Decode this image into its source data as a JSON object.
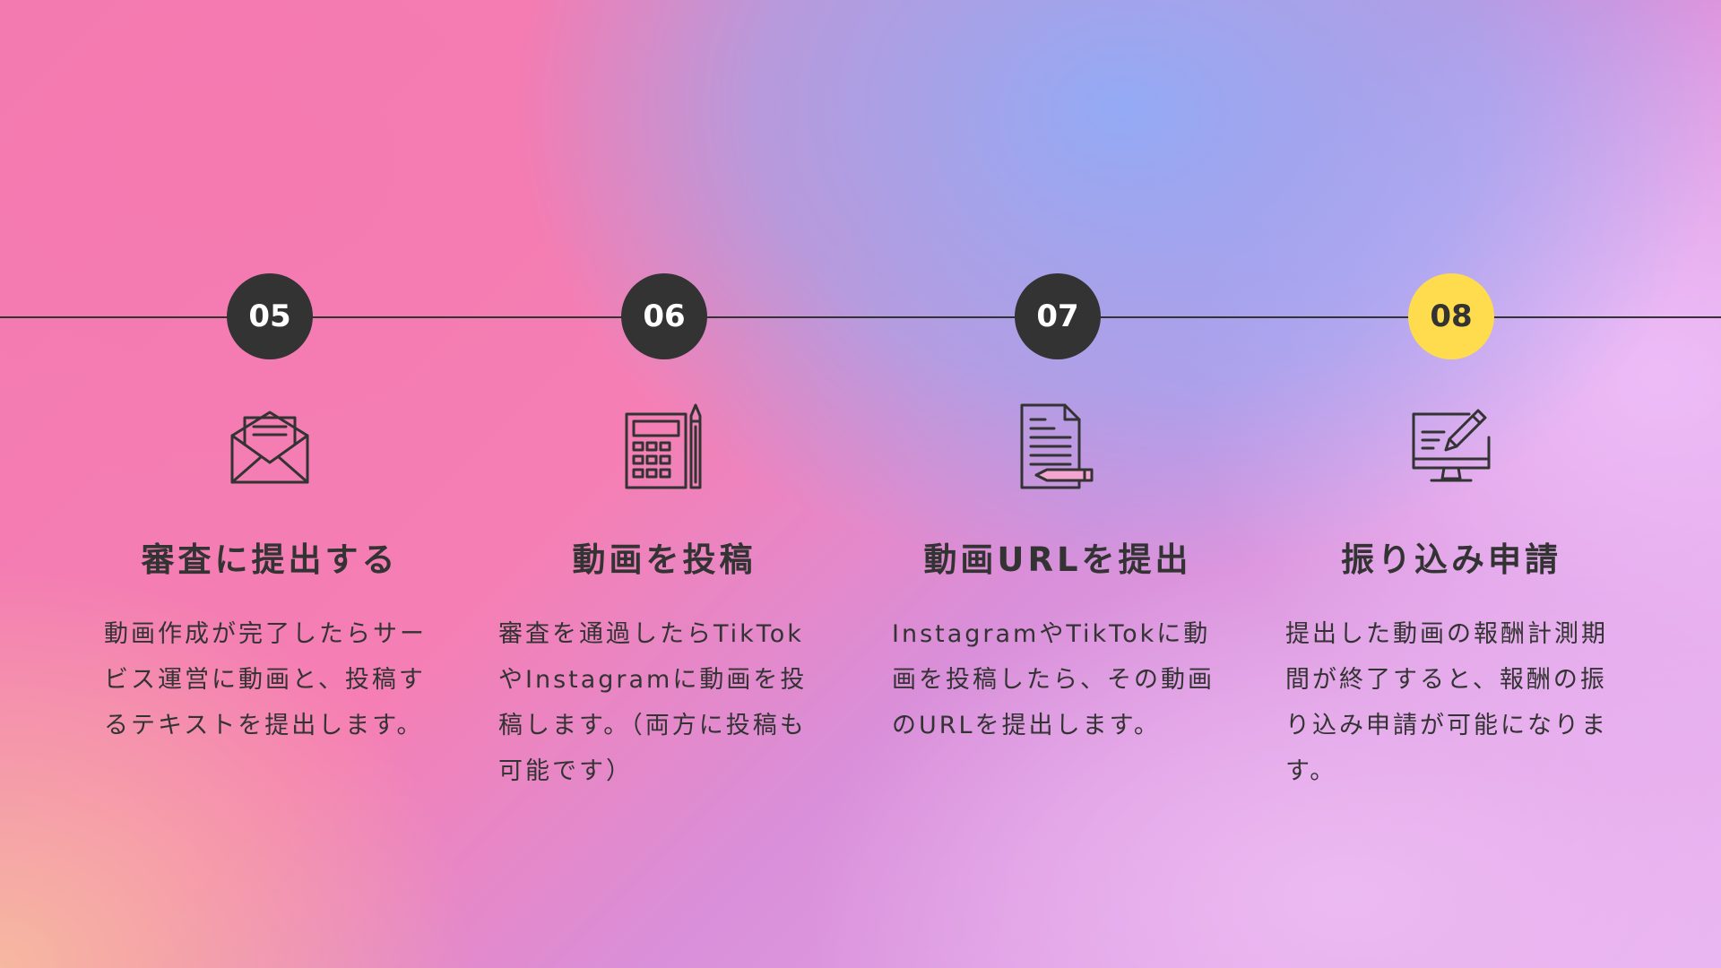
{
  "steps": [
    {
      "number": "05",
      "icon": "envelope-icon",
      "title": "審査に提出する",
      "description": "動画作成が完了したらサービス運営に動画と、投稿するテキストを提出します。"
    },
    {
      "number": "06",
      "icon": "calculator-icon",
      "title": "動画を投稿",
      "description": "審査を通過したらTikTokやInstagramに動画を投稿します。（両方に投稿も可能です）"
    },
    {
      "number": "07",
      "icon": "document-icon",
      "title": "動画URLを提出",
      "description": "InstagramやTikTokに動画を投稿したら、その動画のURLを提出します。"
    },
    {
      "number": "08",
      "icon": "monitor-edit-icon",
      "title": "振り込み申請",
      "description": "提出した動画の報酬計測期間が終了すると、報酬の振り込み申請が可能になります。"
    }
  ],
  "colors": {
    "badge": "#333333",
    "badge_active": "#ffdc4e",
    "text": "#333333",
    "line": "#333333"
  }
}
